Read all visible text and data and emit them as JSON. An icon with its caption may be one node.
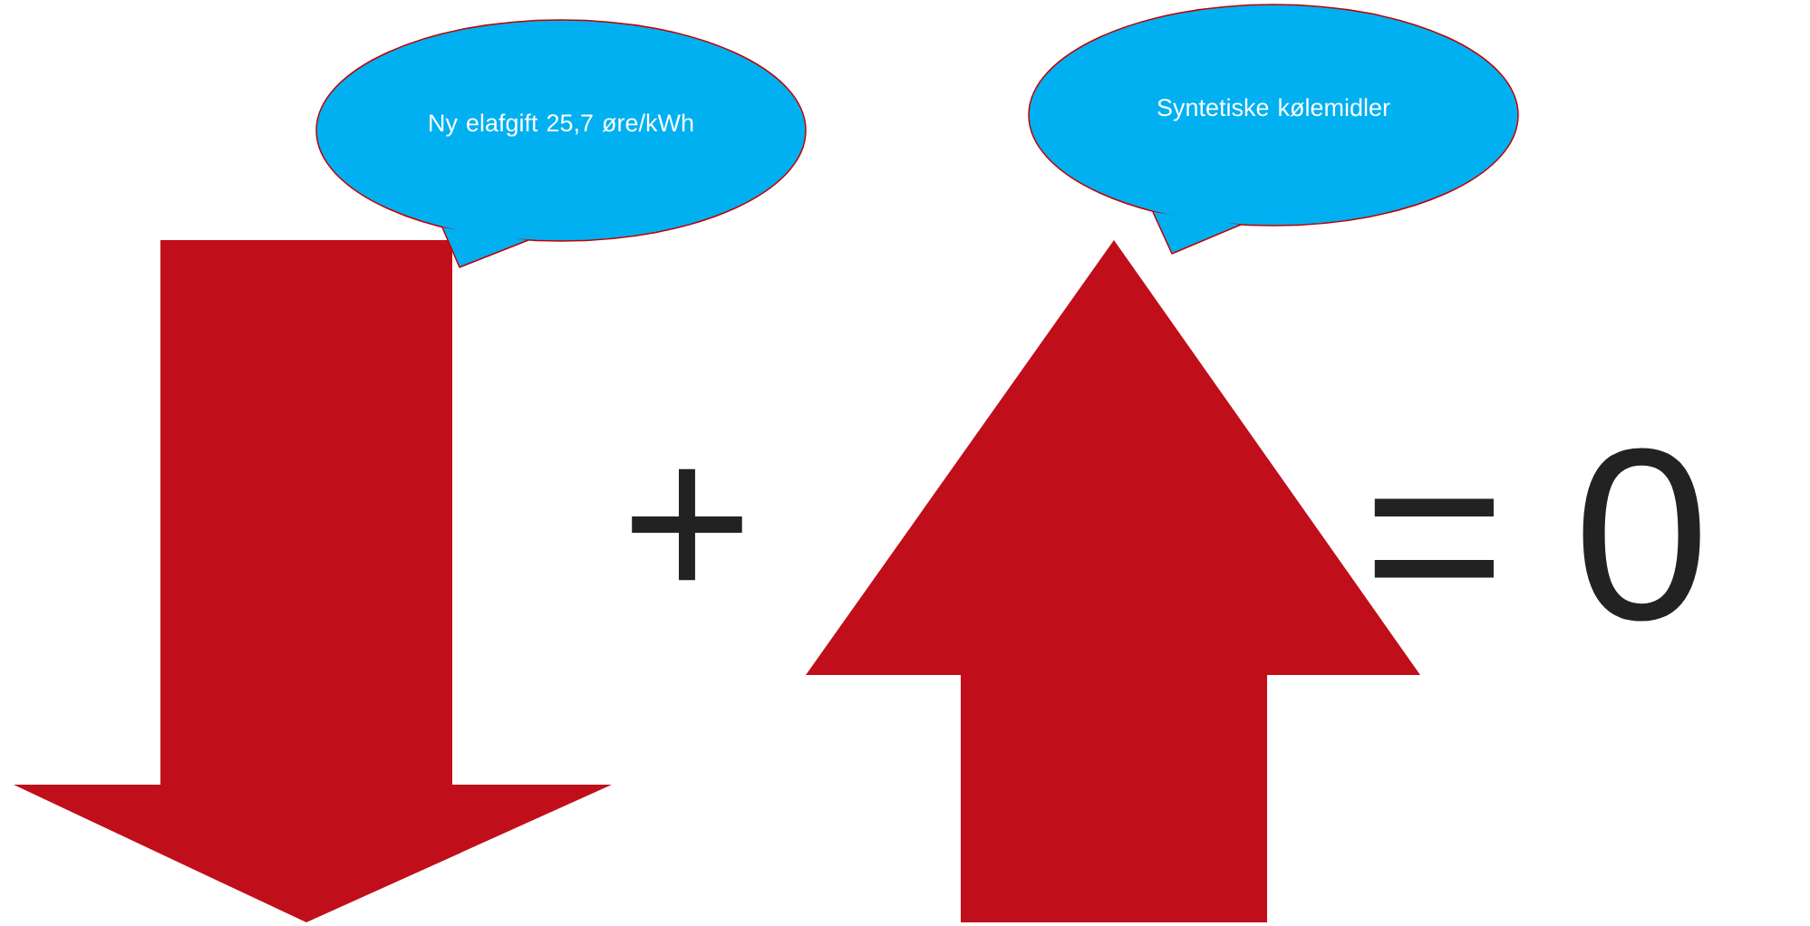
{
  "diagram": {
    "nodes": [
      {
        "text": [
          "Ny elafgift 25,7 øre/kWh"
        ]
      },
      {
        "text": [
          "Syntetiske kølemidler"
        ]
      }
    ],
    "labels": [
      "+",
      "= 0"
    ]
  }
}
